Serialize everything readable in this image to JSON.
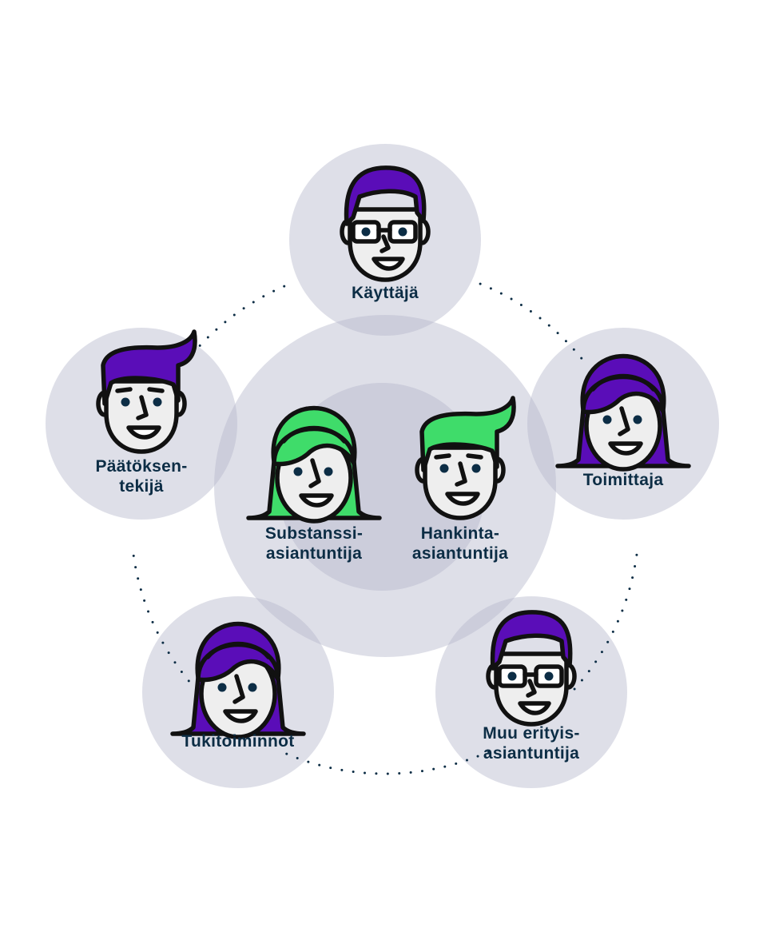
{
  "colors": {
    "circle": "#b5b9cb",
    "circle_opacity": 0.45,
    "text": "#0c2d45",
    "hair_purple": "#5a0db8",
    "hair_green": "#3fdc6a",
    "skin": "#eeeeee",
    "outline": "#111111",
    "eyes": "#0c2d45",
    "dots": "#0c2d45"
  },
  "center": {
    "roles": [
      {
        "id": "substanssi",
        "lines": [
          "Substanssi-",
          "asiantuntija"
        ],
        "hair": "green",
        "style": "girl"
      },
      {
        "id": "hankinta",
        "lines": [
          "Hankinta-",
          "asiantuntija"
        ],
        "hair": "green",
        "style": "quiff"
      }
    ]
  },
  "outer": {
    "roles": [
      {
        "id": "kayttaja",
        "lines": [
          "Käyttäjä"
        ],
        "hair": "purple",
        "style": "glasses"
      },
      {
        "id": "toimittaja",
        "lines": [
          "Toimittaja"
        ],
        "hair": "purple",
        "style": "girl"
      },
      {
        "id": "muu",
        "lines": [
          "Muu erityis-",
          "asiantuntija"
        ],
        "hair": "purple",
        "style": "glasses"
      },
      {
        "id": "tukitoiminnot",
        "lines": [
          "Tukitoiminnot"
        ],
        "hair": "purple",
        "style": "girl"
      },
      {
        "id": "paatoksentekija",
        "lines": [
          "Päätöksen-",
          "tekijä"
        ],
        "hair": "purple",
        "style": "quiff"
      }
    ]
  }
}
